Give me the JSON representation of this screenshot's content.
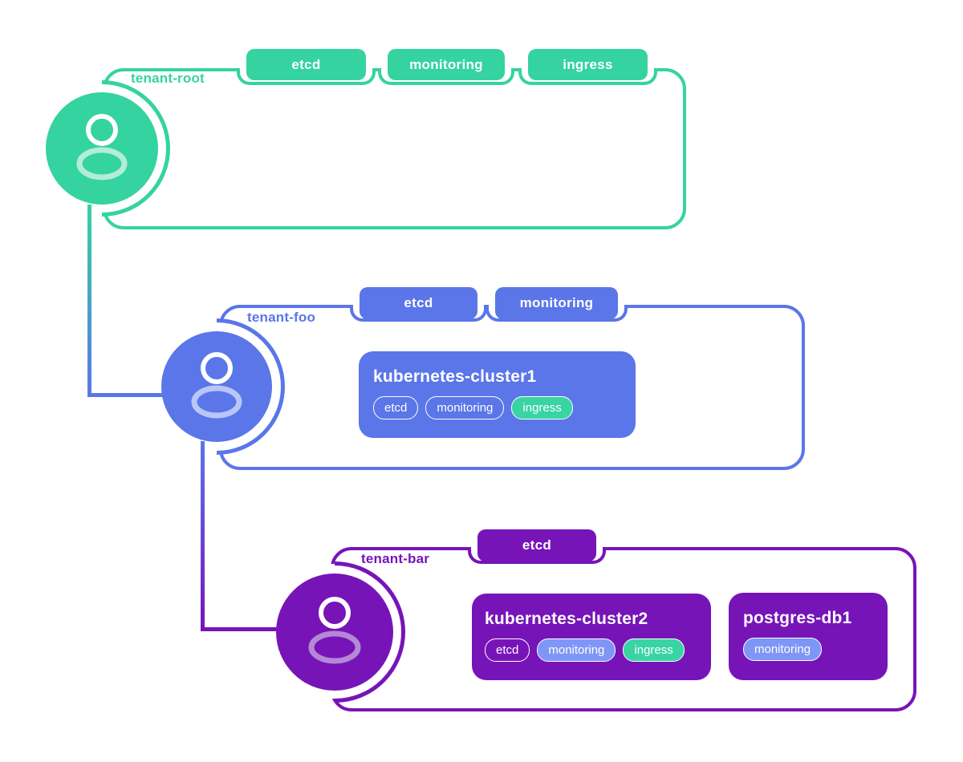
{
  "tenants": [
    {
      "name": "tenant-root",
      "border_tags": [
        "etcd",
        "monitoring",
        "ingress"
      ],
      "workloads": []
    },
    {
      "name": "tenant-foo",
      "border_tags": [
        "etcd",
        "monitoring"
      ],
      "workloads": [
        {
          "title": "kubernetes-cluster1",
          "pills": [
            {
              "label": "etcd",
              "variant": "outline"
            },
            {
              "label": "monitoring",
              "variant": "outline"
            },
            {
              "label": "ingress",
              "variant": "green"
            }
          ]
        }
      ]
    },
    {
      "name": "tenant-bar",
      "border_tags": [
        "etcd"
      ],
      "workloads": [
        {
          "title": "kubernetes-cluster2",
          "pills": [
            {
              "label": "etcd",
              "variant": "outline"
            },
            {
              "label": "monitoring",
              "variant": "blue"
            },
            {
              "label": "ingress",
              "variant": "green"
            }
          ]
        },
        {
          "title": "postgres-db1",
          "pills": [
            {
              "label": "monitoring",
              "variant": "blue"
            }
          ]
        }
      ]
    }
  ],
  "colors": {
    "tenant_root_green": "#35d3a0",
    "tenant_foo_blue": "#5b76e8",
    "tenant_bar_purple": "#7714b8",
    "pill_blue": "#7e96f5",
    "pill_green": "#38d4a2"
  }
}
